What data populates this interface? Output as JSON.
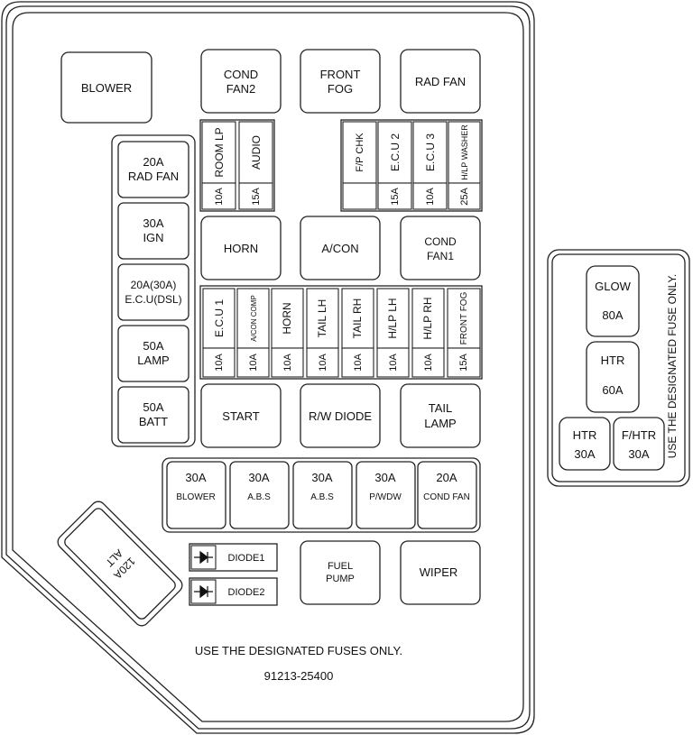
{
  "large_relays": {
    "blower": [
      "BLOWER"
    ],
    "cond_fan2": [
      "COND",
      "FAN2"
    ],
    "front_fog": [
      "FRONT",
      "FOG"
    ],
    "rad_fan": [
      "RAD FAN"
    ],
    "horn": [
      "HORN"
    ],
    "a_con": [
      "A/CON"
    ],
    "cond_fan1": [
      "COND",
      "FAN1"
    ],
    "start": [
      "START"
    ],
    "rw_diode": [
      "R/W DIODE"
    ],
    "tail_lamp": [
      "TAIL",
      "LAMP"
    ],
    "fuel_pump": [
      "FUEL",
      "PUMP"
    ],
    "wiper": [
      "WIPER"
    ]
  },
  "left_fuses": [
    {
      "rating": "20A",
      "name": "RAD FAN"
    },
    {
      "rating": "30A",
      "name": "IGN"
    },
    {
      "rating": "20A(30A)",
      "name": "E.C.U(DSL)"
    },
    {
      "rating": "50A",
      "name": "LAMP"
    },
    {
      "rating": "50A",
      "name": "BATT"
    }
  ],
  "mini_fuses_top": [
    {
      "name": "ROOM LP",
      "rating": "10A"
    },
    {
      "name": "AUDIO",
      "rating": "15A"
    },
    {
      "name": "F/P CHK",
      "rating": ""
    },
    {
      "name": "E.C.U 2",
      "rating": "15A"
    },
    {
      "name": "E.C.U 3",
      "rating": "10A"
    },
    {
      "name": "H/LP WASHER",
      "rating": "25A"
    }
  ],
  "mini_fuses_mid": [
    {
      "name": "E.C.U 1",
      "rating": "10A"
    },
    {
      "name": "A/CON COMP",
      "rating": "10A"
    },
    {
      "name": "HORN",
      "rating": "10A"
    },
    {
      "name": "TAIL LH",
      "rating": "10A"
    },
    {
      "name": "TAIL RH",
      "rating": "10A"
    },
    {
      "name": "H/LP LH",
      "rating": "10A"
    },
    {
      "name": "H/LP RH",
      "rating": "10A"
    },
    {
      "name": "FRONT FOG",
      "rating": "15A"
    }
  ],
  "bottom_fuses": [
    {
      "rating": "30A",
      "name": "BLOWER"
    },
    {
      "rating": "30A",
      "name": "A.B.S"
    },
    {
      "rating": "30A",
      "name": "A.B.S"
    },
    {
      "rating": "30A",
      "name": "P/WDW"
    },
    {
      "rating": "20A",
      "name": "COND FAN"
    }
  ],
  "alt_fuse": [
    "120A",
    "ALT"
  ],
  "diodes": [
    "DIODE1",
    "DIODE2"
  ],
  "notice": "USE THE DESIGNATED FUSES ONLY.",
  "part_number": "91213-25400",
  "side_box": {
    "glow": {
      "name": "GLOW",
      "rating": "80A"
    },
    "htr_60": {
      "name": "HTR",
      "rating": "60A"
    },
    "htr_30": {
      "name": "HTR",
      "rating": "30A"
    },
    "fhtr_30": {
      "name": "F/HTR",
      "rating": "30A"
    },
    "notice": "USE THE DESIGNATED FUSE ONLY."
  }
}
